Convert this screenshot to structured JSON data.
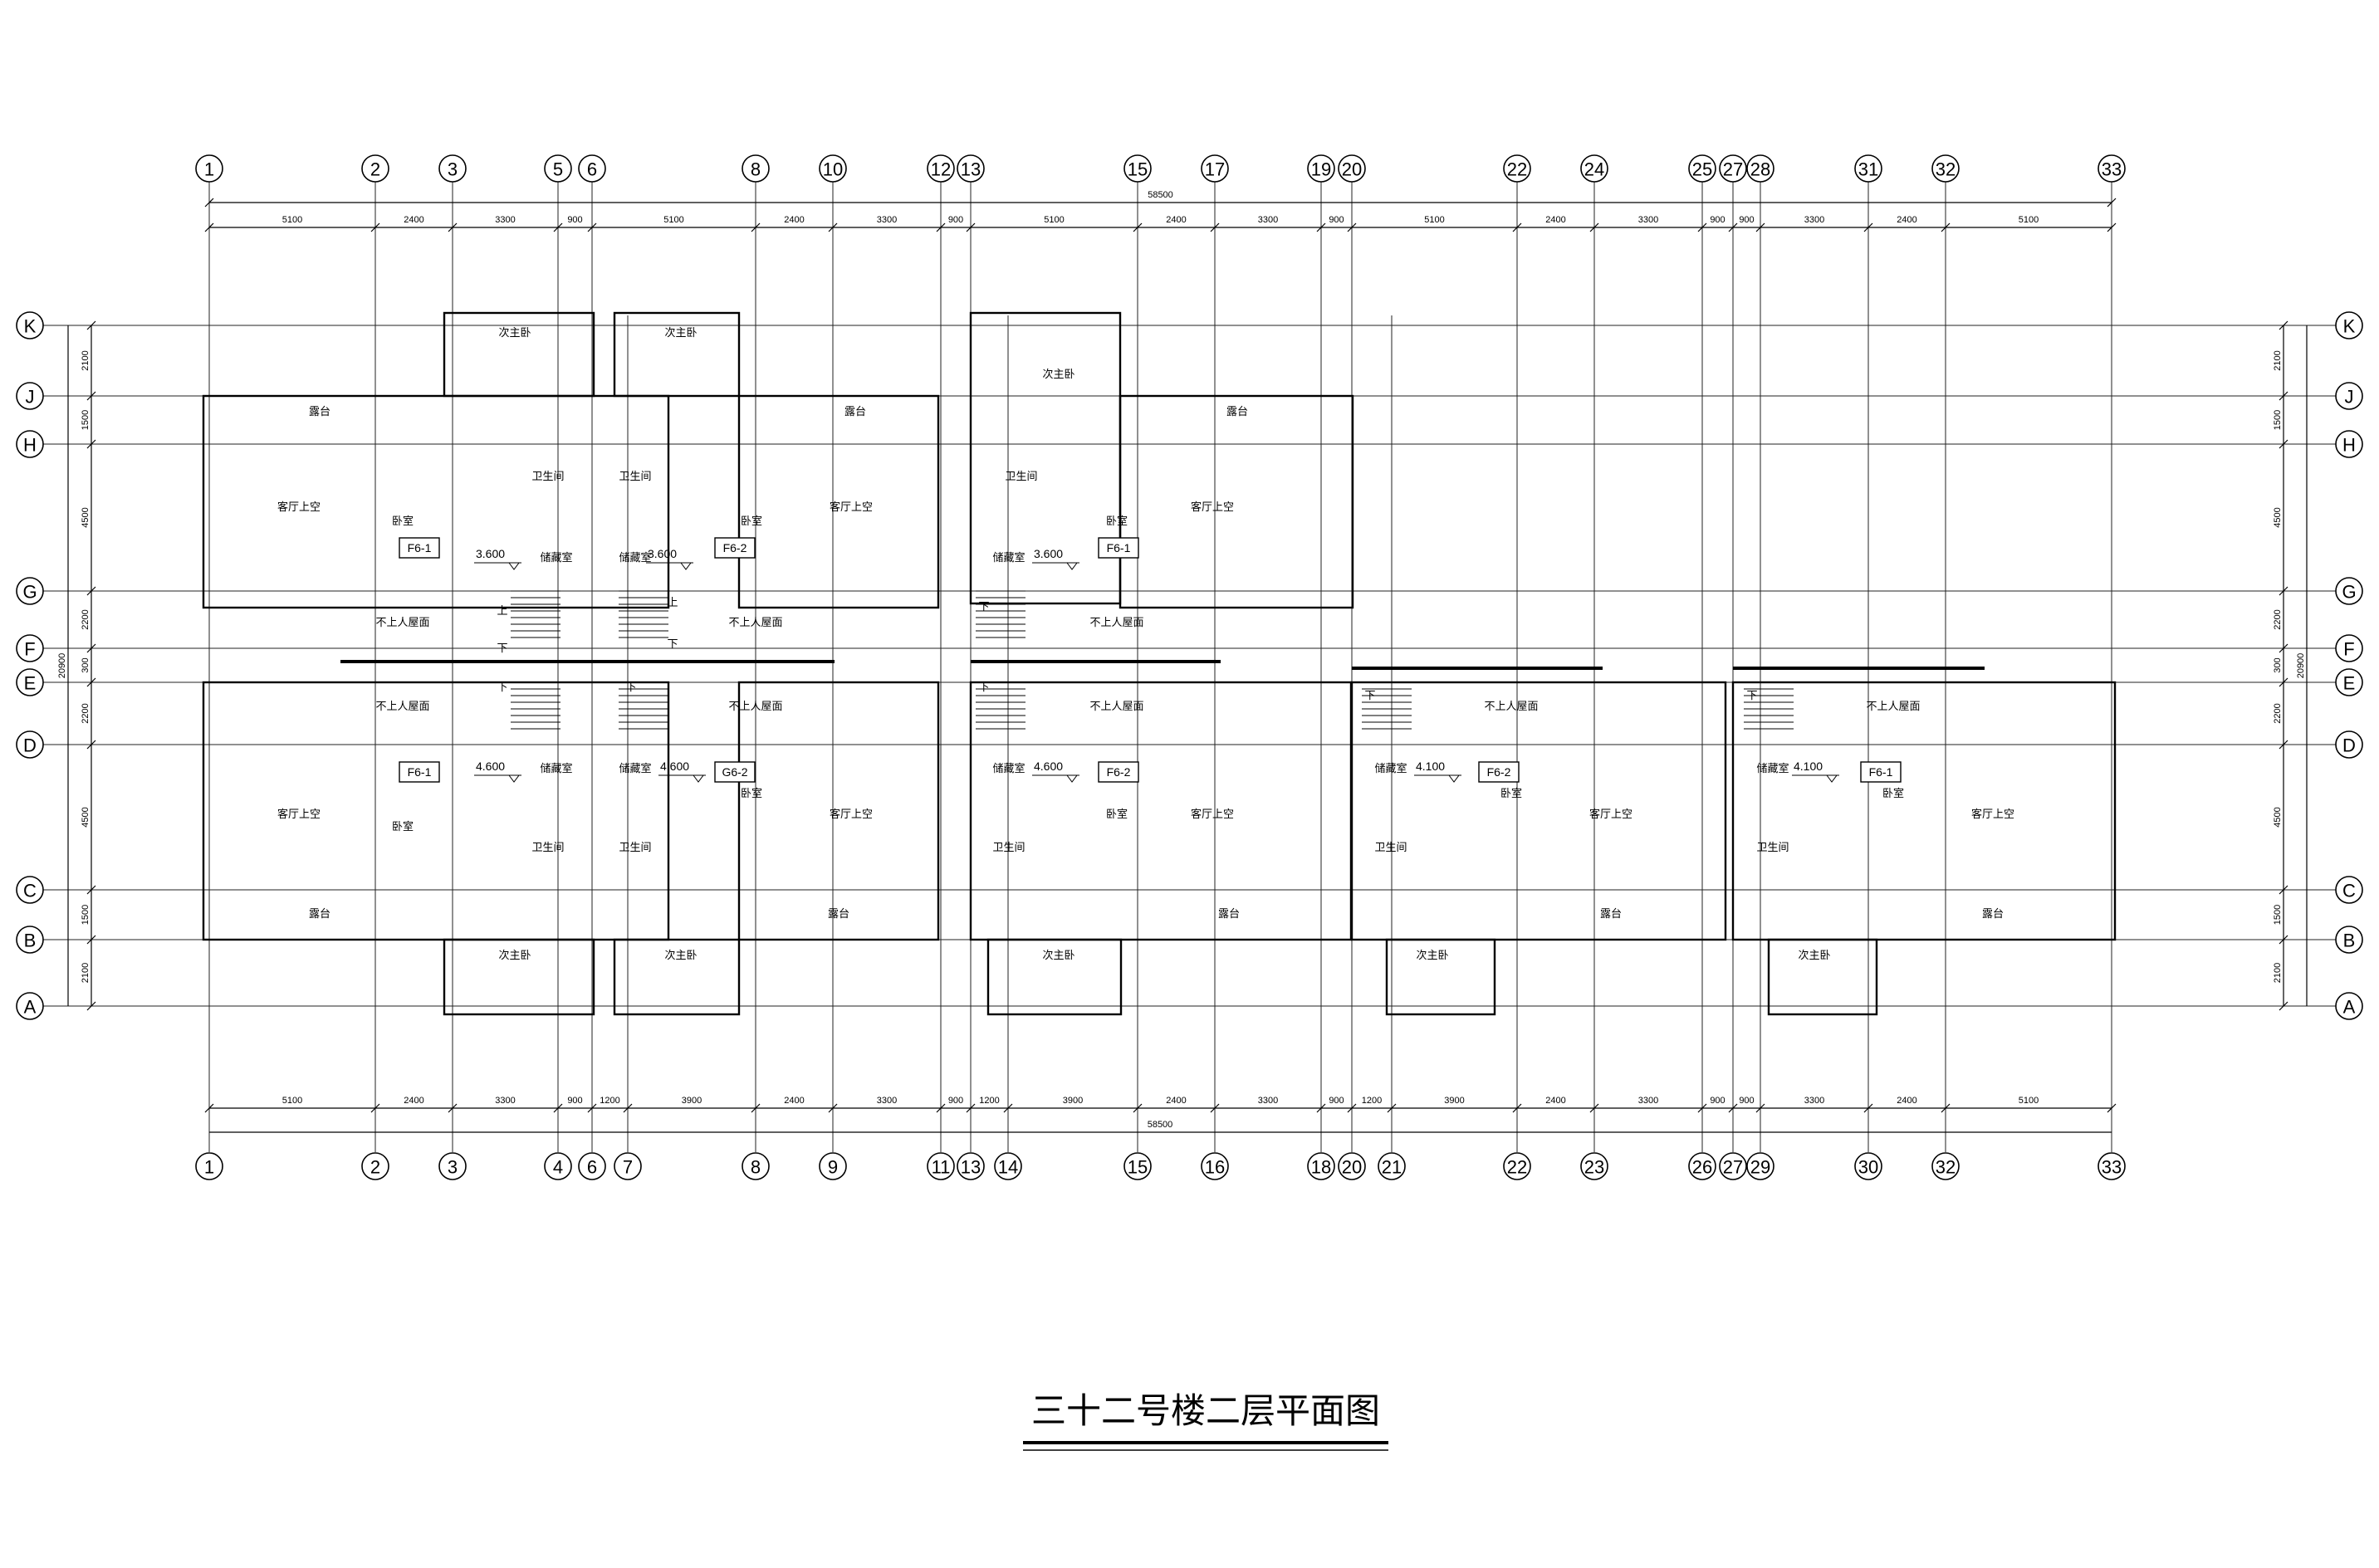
{
  "title": "三十二号楼二层平面图",
  "top_axes": [
    "1",
    "2",
    "3",
    "5",
    "6",
    "8",
    "10",
    "12",
    "13",
    "15",
    "17",
    "19",
    "20",
    "22",
    "24",
    "25",
    "27",
    "28",
    "31",
    "32",
    "33"
  ],
  "bottom_axes": [
    "1",
    "2",
    "3",
    "4",
    "6",
    "7",
    "8",
    "9",
    "11",
    "13",
    "14",
    "15",
    "16",
    "18",
    "20",
    "21",
    "22",
    "23",
    "26",
    "27",
    "29",
    "30",
    "32",
    "33"
  ],
  "row_axes": [
    "K",
    "J",
    "H",
    "G",
    "F",
    "E",
    "D",
    "C",
    "B",
    "A"
  ],
  "top_dims": [
    "5100",
    "2400",
    "3300",
    "900",
    "5100",
    "2400",
    "3300",
    "900",
    "5100",
    "2400",
    "3300",
    "900",
    "5100",
    "2400",
    "3300",
    "900",
    "900",
    "3300",
    "2400",
    "5100"
  ],
  "bottom_dims": [
    "5100",
    "2400",
    "3300",
    "900",
    "1200",
    "3900",
    "2400",
    "3300",
    "900",
    "1200",
    "3900",
    "2400",
    "3300",
    "900",
    "1200",
    "3900",
    "2400",
    "3300",
    "900",
    "900",
    "3300",
    "2400",
    "5100"
  ],
  "total_dim": "58500",
  "side_dims": [
    "2100",
    "1500",
    "4500",
    "2200",
    "300",
    "2200",
    "4500",
    "1500",
    "2100"
  ],
  "side_total": "20900",
  "room_labels": {
    "secondary_bedroom": "次主卧",
    "terrace": "露台",
    "living_void": "客厅上空",
    "bedroom": "卧室",
    "bathroom": "卫生间",
    "storage": "储藏室",
    "no_access_roof": "不上人屋面",
    "no_access_roof_alt": "不上人屋面",
    "stair_up": "上",
    "stair_down": "下"
  },
  "unit_tags": [
    "F6-1",
    "F6-2",
    "F6-1",
    "F6-1",
    "G6-2",
    "F6-2",
    "F6-2",
    "F6-1"
  ],
  "elevations": [
    "3.600",
    "3.600",
    "3.600",
    "4.600",
    "4.600",
    "4.600",
    "4.100",
    "4.100"
  ]
}
